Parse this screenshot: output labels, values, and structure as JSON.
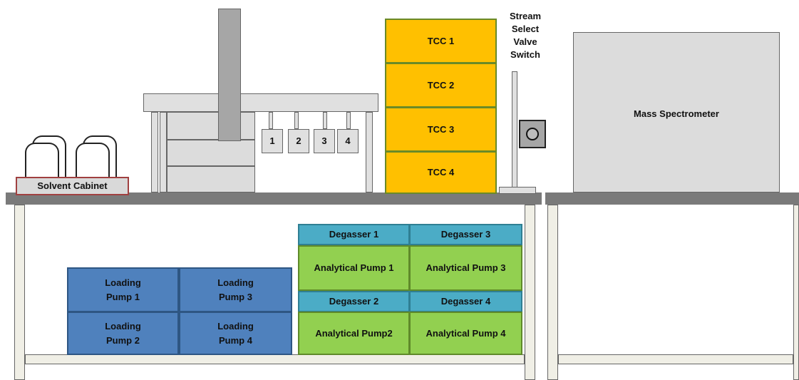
{
  "solvent_cabinet": "Solvent Cabinet",
  "fraction_labels": [
    "1",
    "2",
    "3",
    "4"
  ],
  "tcc": [
    "TCC 1",
    "TCC 2",
    "TCC 3",
    "TCC 4"
  ],
  "stream_select": "Stream\nSelect\nValve\nSwitch",
  "mass_spec": "Mass Spectrometer",
  "degassers": [
    "Degasser 1",
    "Degasser 3",
    "Degasser 2",
    "Degasser 4"
  ],
  "analytical_pumps": [
    "Analytical Pump 1",
    "Analytical Pump 3",
    "Analytical Pump2",
    "Analytical Pump 4"
  ],
  "loading_pumps": [
    "Loading\nPump 1",
    "Loading\nPump 3",
    "Loading\nPump 2",
    "Loading\nPump 4"
  ],
  "colors": {
    "tcc": "#ffc000",
    "degasser": "#4bacc6",
    "analytical_pump": "#92d050",
    "loading_pump": "#4f81bd",
    "solvent_cabinet_border": "#a04040"
  }
}
